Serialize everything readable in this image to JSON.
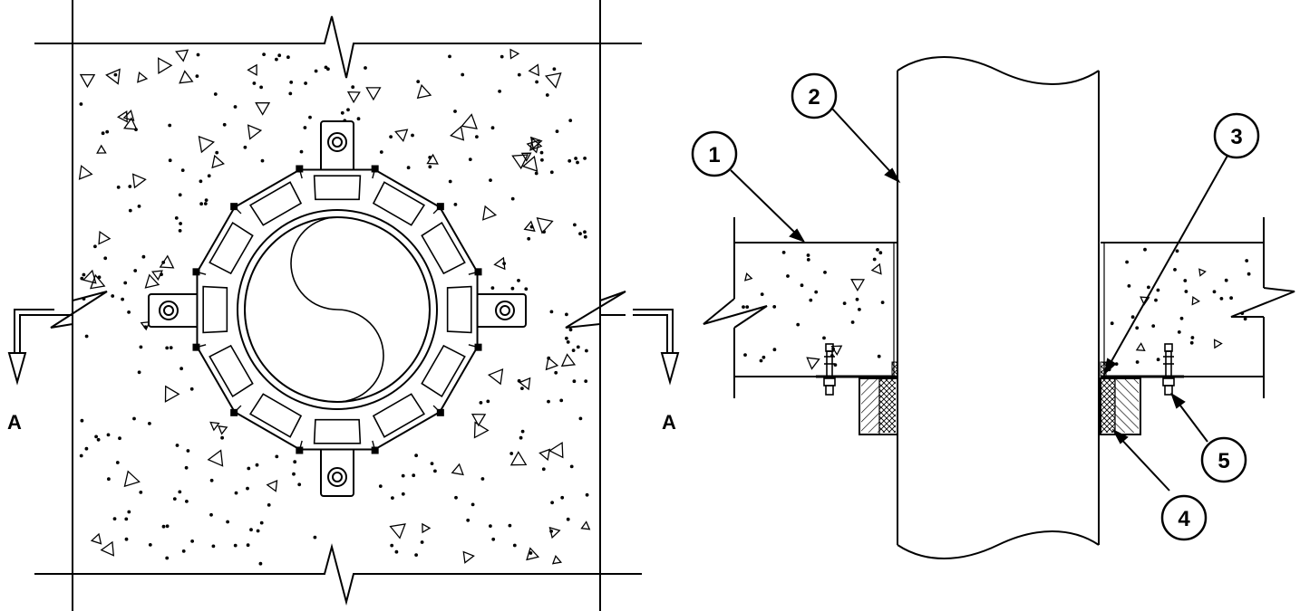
{
  "section_markers": {
    "left_label": "A",
    "right_label": "A"
  },
  "callouts": [
    {
      "id": "1",
      "label": "1"
    },
    {
      "id": "2",
      "label": "2"
    },
    {
      "id": "3",
      "label": "3"
    },
    {
      "id": "4",
      "label": "4"
    },
    {
      "id": "5",
      "label": "5"
    }
  ],
  "colors": {
    "line": "#000000",
    "background": "#ffffff"
  }
}
